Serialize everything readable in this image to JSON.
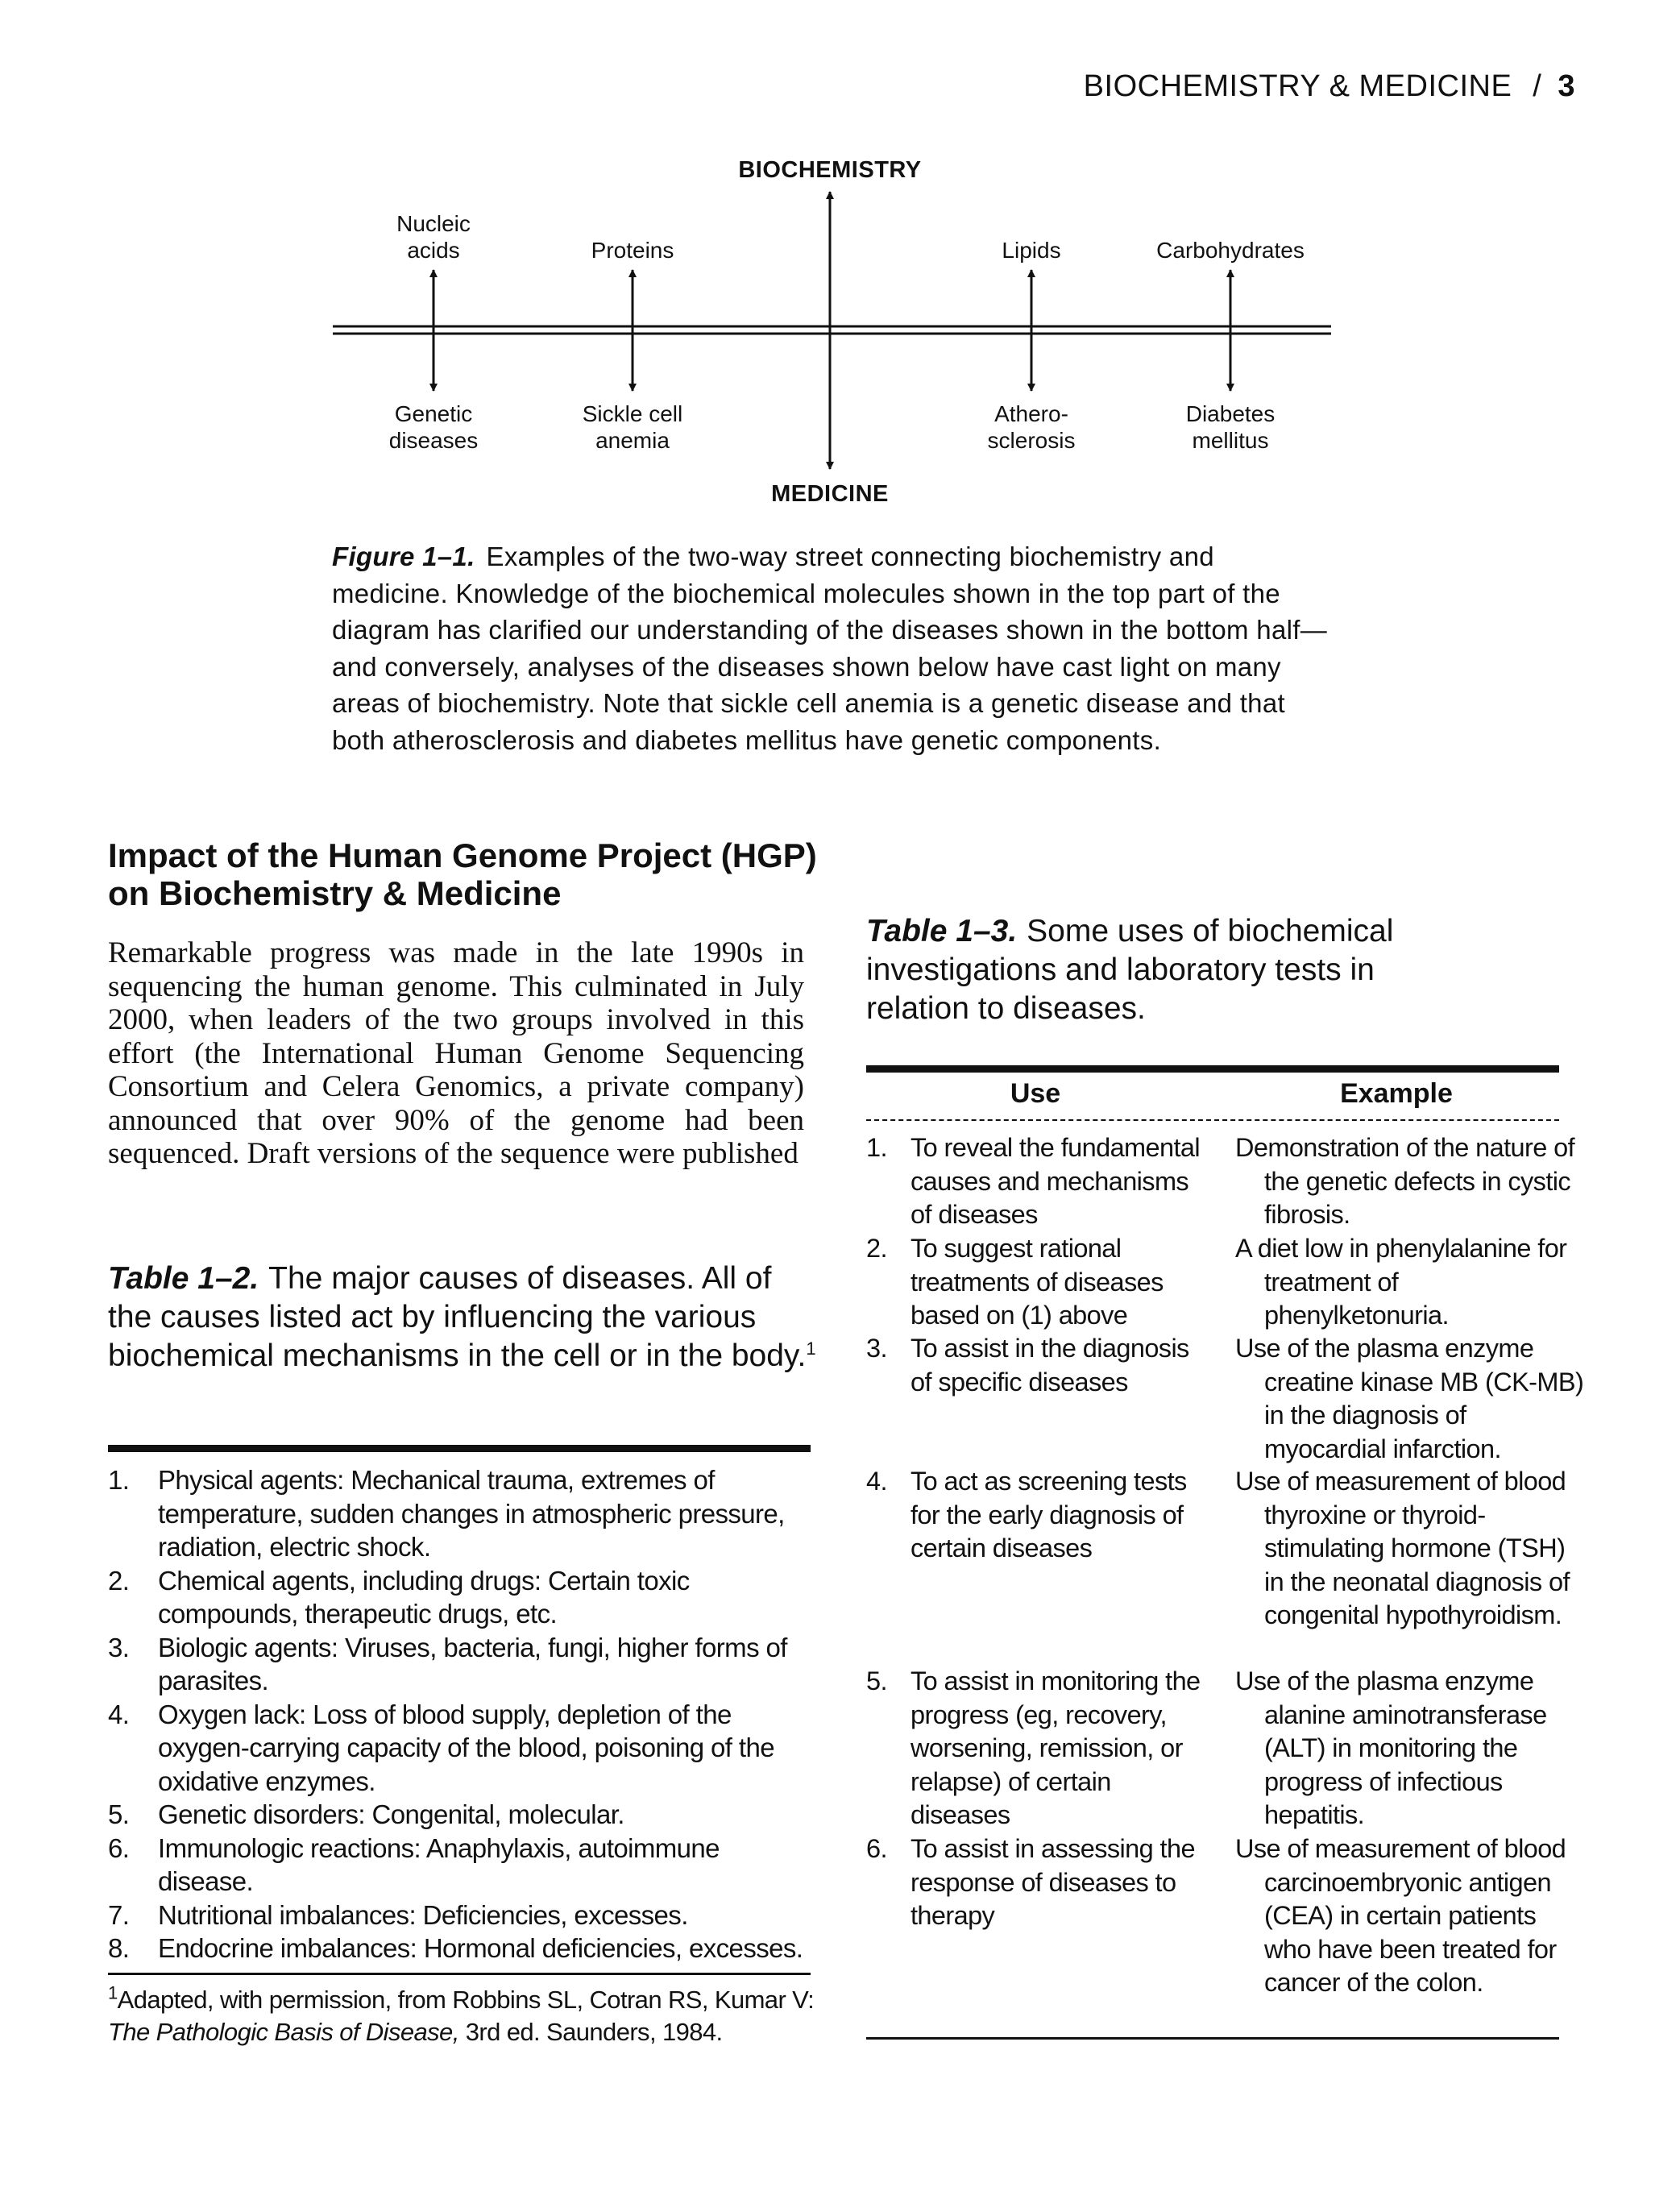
{
  "running_head": {
    "title": "BIOCHEMISTRY & MEDICINE",
    "separator": "/",
    "page_number": "3"
  },
  "figure": {
    "top_label": "BIOCHEMISTRY",
    "bottom_label": "MEDICINE",
    "top_items": [
      "Nucleic\nacids",
      "Proteins",
      "Lipids",
      "Carbohydrates"
    ],
    "bottom_items": [
      "Genetic\ndiseases",
      "Sickle cell\nanemia",
      "Athero-\nsclerosis",
      "Diabetes\nmellitus"
    ],
    "caption_label": "Figure 1–1.",
    "caption_text": "Examples of the two-way street connecting biochemistry and medicine. Knowledge of the biochemical molecules shown in the top part of the diagram has clarified our understanding of the diseases shown in the bottom half—and conversely, analyses of the diseases shown below have cast light on many areas of biochemistry. Note that sickle cell anemia is a genetic disease and that both atherosclerosis and diabetes mellitus have genetic components."
  },
  "section": {
    "heading": "Impact of the Human Genome Project (HGP) on Biochemistry & Medicine",
    "body": "Remarkable progress was made in the late 1990s in sequencing the human genome. This culminated in July 2000, when leaders of the two groups involved in this effort (the International Human Genome Sequencing Consortium and Celera Genomics, a private company) announced that over 90% of the genome had been sequenced. Draft versions of the sequence were published"
  },
  "table_1_2": {
    "label": "Table 1–2.",
    "caption": "The major causes of diseases. All of the causes listed act by influencing the various biochemical mechanisms in the cell or in the body.",
    "footnote_marker": "1",
    "items": [
      {
        "num": "1.",
        "text": "Physical agents: Mechanical trauma, extremes of temperature, sudden changes in atmospheric pressure, radiation, electric shock."
      },
      {
        "num": "2.",
        "text": "Chemical agents, including drugs: Certain toxic compounds, therapeutic drugs, etc."
      },
      {
        "num": "3.",
        "text": "Biologic agents: Viruses, bacteria, fungi, higher forms of parasites."
      },
      {
        "num": "4.",
        "text": "Oxygen lack: Loss of blood supply, depletion of the oxygen-carrying capacity of the blood, poisoning of the oxidative enzymes."
      },
      {
        "num": "5.",
        "text": "Genetic disorders: Congenital, molecular."
      },
      {
        "num": "6.",
        "text": "Immunologic reactions: Anaphylaxis, autoimmune disease."
      },
      {
        "num": "7.",
        "text": "Nutritional imbalances: Deficiencies, excesses."
      },
      {
        "num": "8.",
        "text": "Endocrine imbalances: Hormonal deficiencies, excesses."
      }
    ],
    "footnote": {
      "marker": "1",
      "text": "Adapted, with permission, from Robbins SL, Cotran RS, Kumar V: ",
      "title": "The Pathologic Basis of Disease,",
      "rest": " 3rd ed. Saunders, 1984."
    }
  },
  "table_1_3": {
    "label": "Table 1–3.",
    "caption": "Some uses of biochemical investigations and laboratory tests in relation to diseases.",
    "headers": {
      "use": "Use",
      "example": "Example"
    },
    "rows": [
      {
        "num": "1.",
        "use": "To reveal the fundamental causes and mechanisms of diseases",
        "example": "Demonstration of the nature of the genetic defects in cystic fibrosis."
      },
      {
        "num": "2.",
        "use": "To suggest rational treatments of diseases based on (1) above",
        "example": "A diet low in phenylalanine for treatment of phenylketonuria."
      },
      {
        "num": "3.",
        "use": "To assist in the diagnosis of specific diseases",
        "example": "Use of the plasma enzyme creatine kinase MB (CK-MB) in the diagnosis of myocardial infarction."
      },
      {
        "num": "4.",
        "use": "To act as screening tests for the early diagnosis of certain diseases",
        "example": "Use of measurement of blood thyroxine or thyroid-stimulating hormone (TSH) in the neonatal diagnosis of congenital hypothyroidism."
      },
      {
        "num": "5.",
        "use": "To assist in monitoring the progress (eg, recovery, worsening, remission, or relapse) of certain diseases",
        "example": "Use of the plasma enzyme alanine aminotransferase (ALT) in monitoring the progress of infectious hepatitis."
      },
      {
        "num": "6.",
        "use": "To assist in assessing the response of diseases to therapy",
        "example": "Use of measurement of blood carcinoembryonic antigen (CEA) in certain patients who have been treated for cancer of the colon."
      }
    ]
  }
}
